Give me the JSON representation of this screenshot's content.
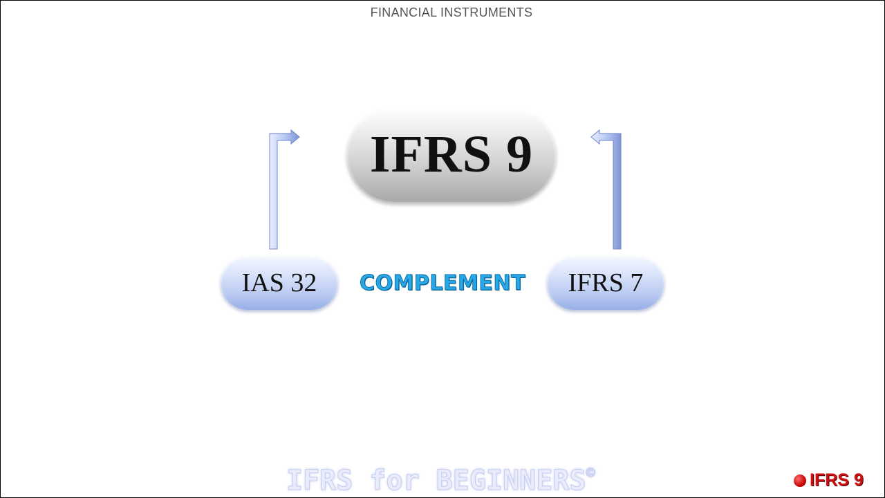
{
  "header": {
    "title": "FINANCIAL INSTRUMENTS"
  },
  "diagram": {
    "main_node": {
      "label": "IFRS 9"
    },
    "left_node": {
      "label": "IAS 32"
    },
    "right_node": {
      "label": "IFRS 7"
    },
    "relation": {
      "label": "COMPLEMENT"
    }
  },
  "footer": {
    "watermark": "IFRS for BEGINNERS",
    "watermark_symbol": "©",
    "brand": "IFRS 9"
  },
  "colors": {
    "complement_text": "#29a8e8",
    "brand_text": "#d01010",
    "main_node_fill": "#cfcfcf",
    "side_node_fill": "#b9c9f1"
  }
}
